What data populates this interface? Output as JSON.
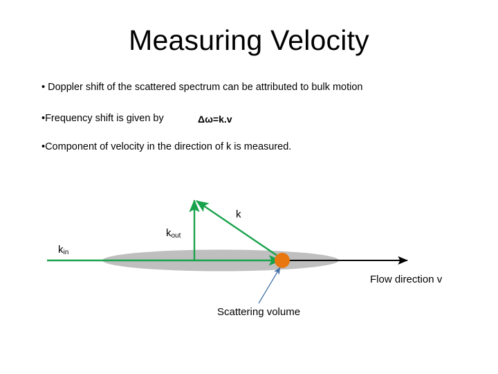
{
  "slide": {
    "title": "Measuring Velocity",
    "bullets": [
      {
        "marker": "•",
        "text": " Doppler shift of the scattered spectrum can be attributed to bulk motion"
      },
      {
        "marker": "•",
        "text": "Frequency shift is given by"
      },
      {
        "marker": "•",
        "text": "Component of velocity in the direction of k is measured."
      }
    ],
    "formula": "Δω=k.v"
  },
  "diagram": {
    "labels": {
      "k_in_base": "k",
      "k_in_sub": "in",
      "k_out_base": "k",
      "k_out_sub": "out",
      "k": "k",
      "flow": "Flow direction v",
      "scattering_volume": "Scattering volume"
    },
    "colors": {
      "beam_green": "#18A24B",
      "scattering_orange": "#E8770F",
      "volume_gray": "#BFBFBF",
      "flow_black": "#000000",
      "leader_blue": "#4472A8"
    }
  }
}
